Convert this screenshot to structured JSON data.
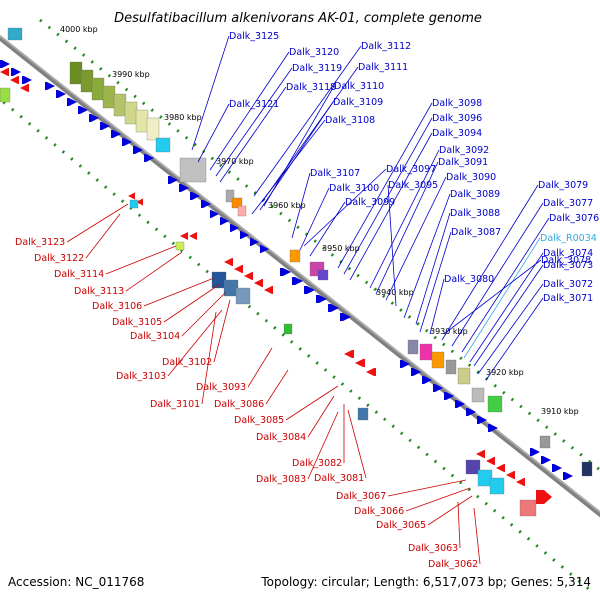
{
  "title": "Desulfatibacillum alkenivorans AK-01, complete genome",
  "accession": "Accession: NC_011768",
  "summary": "Topology: circular; Length: 6,517,073 bp; Genes: 5,314",
  "colors": {
    "forward_label": "#0000cc",
    "reverse_label": "#cc0000",
    "rna_label": "#33aadd",
    "backbone": "#808080",
    "tick_dots": "#228822",
    "forward_gene": "#0000dd",
    "reverse_gene": "#ee1111"
  },
  "ticks": [
    "4000 kbp",
    "3990 kbp",
    "3980 kbp",
    "3970 kbp",
    "3960 kbp",
    "3950 kbp",
    "3940 kbp",
    "3930 kbp",
    "3920 kbp",
    "3910 kbp"
  ],
  "forward_labels": [
    "Dalk_3125",
    "Dalk_3120",
    "Dalk_3112",
    "Dalk_3119",
    "Dalk_3111",
    "Dalk_3118",
    "Dalk_3110",
    "Dalk_3121",
    "Dalk_3109",
    "Dalk_3108",
    "Dalk_3098",
    "Dalk_3096",
    "Dalk_3094",
    "Dalk_3092",
    "Dalk_3091",
    "Dalk_3097",
    "Dalk_3107",
    "Dalk_3090",
    "Dalk_3095",
    "Dalk_3100",
    "Dalk_3089",
    "Dalk_3099",
    "Dalk_3079",
    "Dalk_3077",
    "Dalk_3088",
    "Dalk_3076",
    "Dalk_3087",
    "Dalk_R0034",
    "Dalk_3074",
    "Dalk_3078",
    "Dalk_3073",
    "Dalk_3080",
    "Dalk_3072",
    "Dalk_3071"
  ],
  "reverse_labels": [
    "Dalk_3123",
    "Dalk_3122",
    "Dalk_3114",
    "Dalk_3113",
    "Dalk_3106",
    "Dalk_3105",
    "Dalk_3104",
    "Dalk_3102",
    "Dalk_3103",
    "Dalk_3093",
    "Dalk_3101",
    "Dalk_3086",
    "Dalk_3085",
    "Dalk_3084",
    "Dalk_3082",
    "Dalk_3083",
    "Dalk_3081",
    "Dalk_3067",
    "Dalk_3066",
    "Dalk_3065",
    "Dalk_3063",
    "Dalk_3062"
  ]
}
